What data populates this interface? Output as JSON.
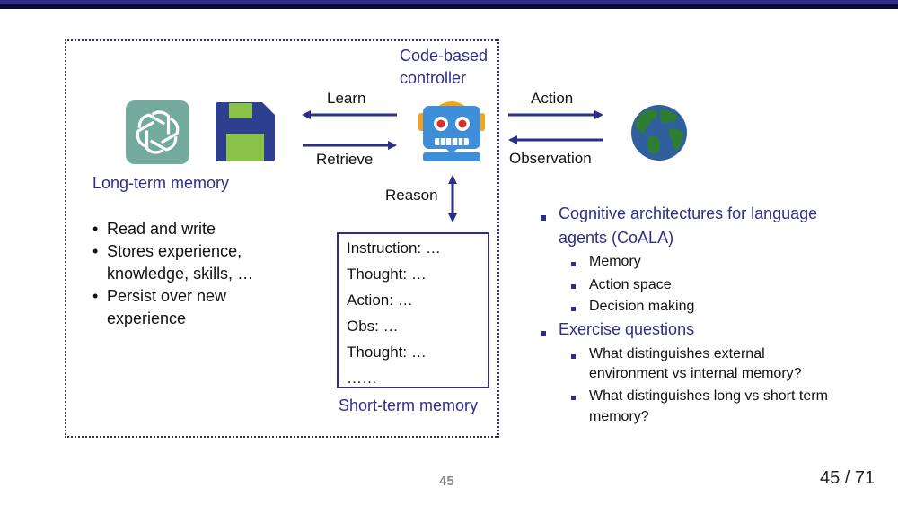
{
  "controller": {
    "line1": "Code-based",
    "line2": "controller"
  },
  "arrows": {
    "learn": "Learn",
    "retrieve": "Retrieve",
    "action": "Action",
    "observation": "Observation",
    "reason": "Reason"
  },
  "long_term_memory": {
    "title": "Long-term memory",
    "bullets": [
      "Read and write",
      "Stores experience,",
      "knowledge, skills, …",
      "Persist over new",
      "experience"
    ]
  },
  "short_term_memory": {
    "title": "Short-term memory",
    "lines": [
      "Instruction: …",
      "Thought: …",
      "Action: …",
      "Obs: …",
      "Thought: …",
      "……"
    ]
  },
  "right_panel": {
    "item1": {
      "line1": "Cognitive architectures for language",
      "line2": "agents (CoALA)"
    },
    "sub1": [
      "Memory",
      "Action space",
      "Decision making"
    ],
    "item2": "Exercise questions",
    "sub2": [
      {
        "line1": "What distinguishes external",
        "line2": "environment vs internal memory?"
      },
      {
        "line1": "What distinguishes long vs short term",
        "line2": "memory?"
      }
    ]
  },
  "footer": {
    "page_number": "45",
    "page_count": "45 / 71"
  },
  "colors": {
    "accent": "#2e2e8a",
    "openai_tile": "#74aa9c",
    "floppy_body": "#2f3f8f",
    "floppy_green": "#8bc34a",
    "globe_ocean": "#2f5f9f",
    "globe_land": "#2e7d32"
  },
  "icons": [
    "openai-logo-icon",
    "floppy-disk-icon",
    "robot-icon",
    "globe-icon"
  ]
}
